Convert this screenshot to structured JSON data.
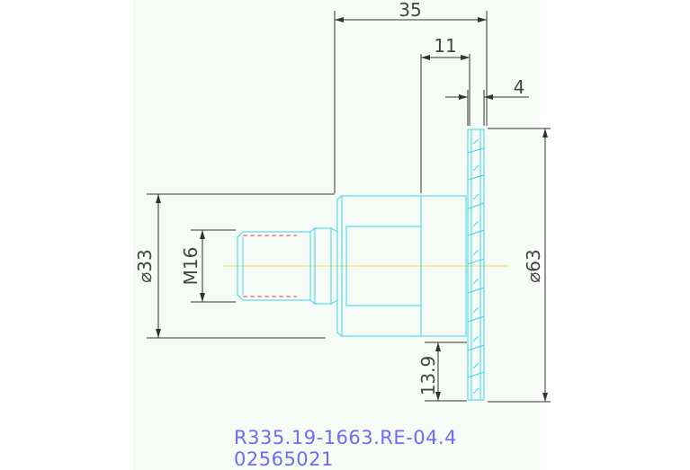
{
  "dimensions": {
    "overall_length": "35",
    "hub_length": "11",
    "cutter_width": "4",
    "cutter_diameter": "⌀63",
    "shank_diameter": "⌀33",
    "thread": "M16",
    "cutting_depth": "13.9"
  },
  "part_info": {
    "designation": "R335.19-1663.RE-04.4",
    "item_number": "02565021"
  },
  "colors": {
    "geometry": "#35d7ee",
    "dimensions": "#333333",
    "centerline": "#e6dc4a",
    "thread_hidden": "#e0493a",
    "part_code": "#6b6cf0"
  }
}
